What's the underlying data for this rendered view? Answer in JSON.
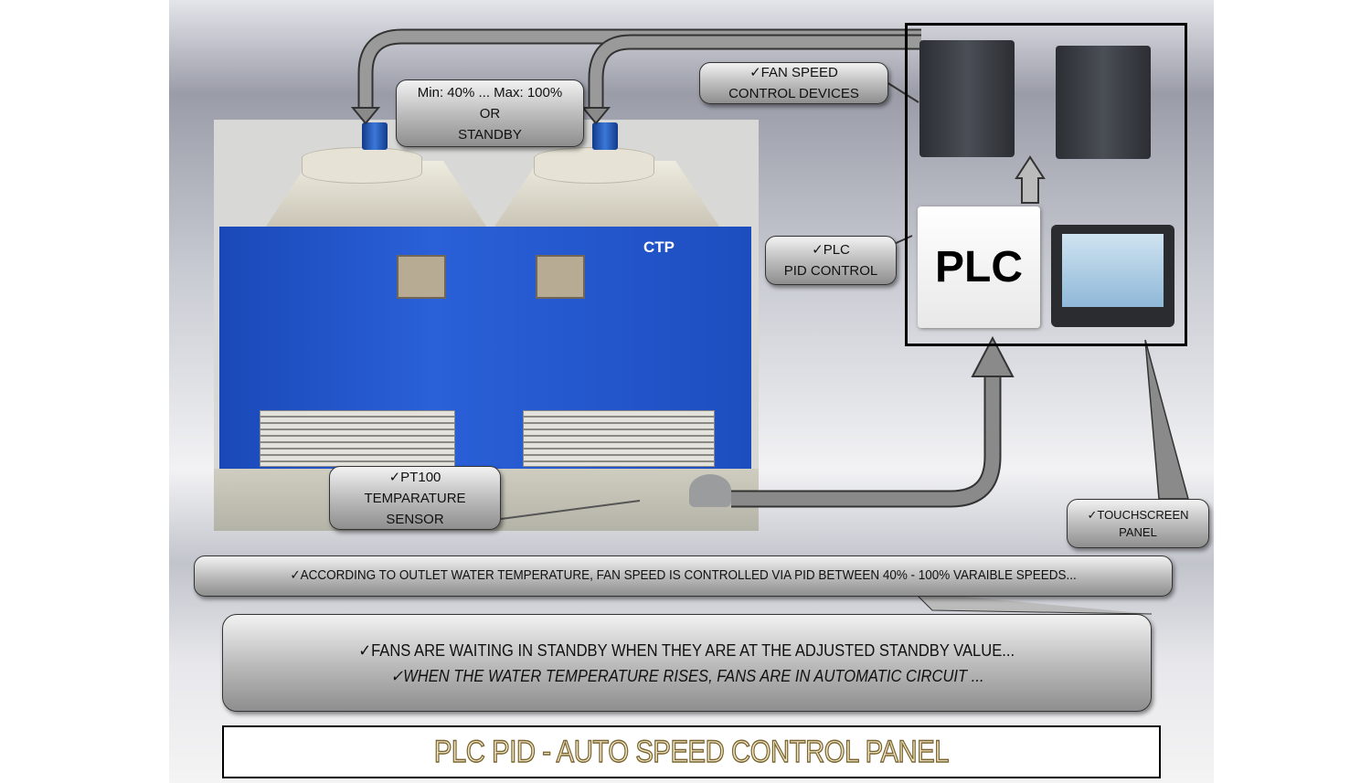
{
  "callouts": {
    "fan_range": {
      "line1": "Min: 40% ... Max: 100%",
      "line2": "OR",
      "line3": "STANDBY"
    },
    "fan_speed_devices": {
      "line1": "✓FAN SPEED",
      "line2": "CONTROL DEVICES"
    },
    "plc": {
      "line1": "✓PLC",
      "line2": "PID CONTROL"
    },
    "pt100": {
      "line1": "✓PT100",
      "line2": "TEMPARATURE",
      "line3": "SENSOR"
    },
    "touchscreen": {
      "line1": "✓TOUCHSCREEN",
      "line2": "PANEL"
    },
    "pid_description": "✓ACCORDING TO OUTLET WATER TEMPERATURE, FAN SPEED IS CONTROLLED VIA PID BETWEEN 40% - 100% VARAIBLE SPEEDS...",
    "standby_line1": "✓FANS ARE WAITING IN STANDBY WHEN THEY ARE AT THE ADJUSTED STANDBY VALUE...",
    "standby_line2": "✓WHEN THE WATER TEMPERATURE RISES, FANS ARE IN AUTOMATIC CIRCUIT ..."
  },
  "plc_label": "PLC",
  "tower_logo": "CTP",
  "title": "PLC PID -  AUTO SPEED CONTROL PANEL",
  "colors": {
    "tower_blue": "#2a60d8",
    "title_fill": "#f1e7c6",
    "title_stroke": "#7a6530"
  }
}
